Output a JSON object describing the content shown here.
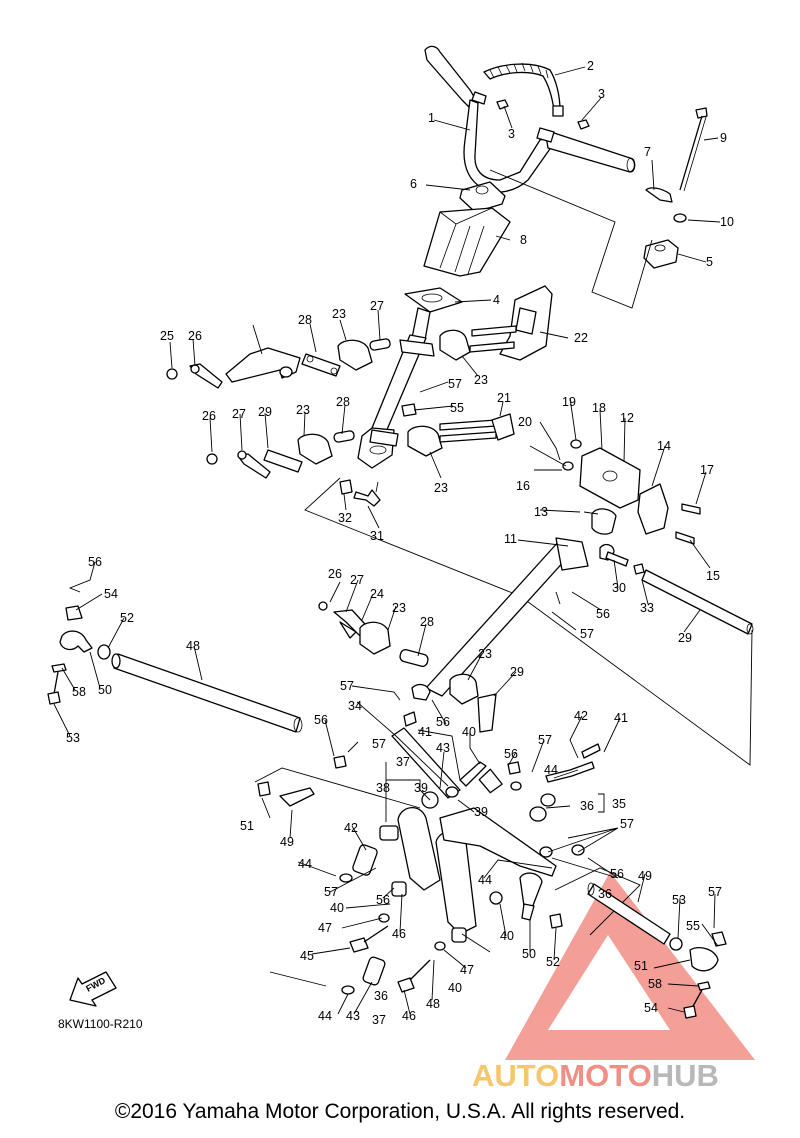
{
  "diagram_code": "8KW1100-R210",
  "fwd_label": "FWD",
  "copyright": "©2016 Yamaha Motor Corporation, U.S.A. All rights reserved.",
  "watermark": {
    "word_a": "AUTO",
    "word_b": "MOTO",
    "word_c": "HUB",
    "color_a": "#f6c66c",
    "color_b": "#ef8f85",
    "color_c": "#b8b8b8"
  },
  "labels": [
    {
      "id": "l1",
      "text": "1"
    },
    {
      "id": "l2",
      "text": "2"
    },
    {
      "id": "l3a",
      "text": "3"
    },
    {
      "id": "l3b",
      "text": "3"
    },
    {
      "id": "l4",
      "text": "4"
    },
    {
      "id": "l5",
      "text": "5"
    },
    {
      "id": "l6",
      "text": "6"
    },
    {
      "id": "l7",
      "text": "7"
    },
    {
      "id": "l8",
      "text": "8"
    },
    {
      "id": "l9",
      "text": "9"
    },
    {
      "id": "l10",
      "text": "10"
    },
    {
      "id": "l11",
      "text": "11"
    },
    {
      "id": "l12",
      "text": "12"
    },
    {
      "id": "l13",
      "text": "13"
    },
    {
      "id": "l14",
      "text": "14"
    },
    {
      "id": "l15",
      "text": "15"
    },
    {
      "id": "l16",
      "text": "16"
    },
    {
      "id": "l17",
      "text": "17"
    },
    {
      "id": "l18",
      "text": "18"
    },
    {
      "id": "l19",
      "text": "19"
    },
    {
      "id": "l20",
      "text": "20"
    },
    {
      "id": "l21",
      "text": "21"
    },
    {
      "id": "l22",
      "text": "22"
    },
    {
      "id": "l23a",
      "text": "23"
    },
    {
      "id": "l23b",
      "text": "23"
    },
    {
      "id": "l23c",
      "text": "23"
    },
    {
      "id": "l23d",
      "text": "23"
    },
    {
      "id": "l23e",
      "text": "23"
    },
    {
      "id": "l23f",
      "text": "23"
    },
    {
      "id": "l24",
      "text": "24"
    },
    {
      "id": "l25",
      "text": "25"
    },
    {
      "id": "l26a",
      "text": "26"
    },
    {
      "id": "l26b",
      "text": "26"
    },
    {
      "id": "l26c",
      "text": "26"
    },
    {
      "id": "l27a",
      "text": "27"
    },
    {
      "id": "l27b",
      "text": "27"
    },
    {
      "id": "l27c",
      "text": "27"
    },
    {
      "id": "l28a",
      "text": "28"
    },
    {
      "id": "l28b",
      "text": "28"
    },
    {
      "id": "l28c",
      "text": "28"
    },
    {
      "id": "l29a",
      "text": "29"
    },
    {
      "id": "l29b",
      "text": "29"
    },
    {
      "id": "l29c",
      "text": "29"
    },
    {
      "id": "l30",
      "text": "30"
    },
    {
      "id": "l31",
      "text": "31"
    },
    {
      "id": "l32",
      "text": "32"
    },
    {
      "id": "l33",
      "text": "33"
    },
    {
      "id": "l34",
      "text": "34"
    },
    {
      "id": "l35",
      "text": "35"
    },
    {
      "id": "l36a",
      "text": "36"
    },
    {
      "id": "l36b",
      "text": "36"
    },
    {
      "id": "l36c",
      "text": "36"
    },
    {
      "id": "l37a",
      "text": "37"
    },
    {
      "id": "l37b",
      "text": "37"
    },
    {
      "id": "l38",
      "text": "38"
    },
    {
      "id": "l39a",
      "text": "39"
    },
    {
      "id": "l39b",
      "text": "39"
    },
    {
      "id": "l40a",
      "text": "40"
    },
    {
      "id": "l40b",
      "text": "40"
    },
    {
      "id": "l40c",
      "text": "40"
    },
    {
      "id": "l40d",
      "text": "40"
    },
    {
      "id": "l41a",
      "text": "41"
    },
    {
      "id": "l41b",
      "text": "41"
    },
    {
      "id": "l42a",
      "text": "42"
    },
    {
      "id": "l42b",
      "text": "42"
    },
    {
      "id": "l43a",
      "text": "43"
    },
    {
      "id": "l43b",
      "text": "43"
    },
    {
      "id": "l44a",
      "text": "44"
    },
    {
      "id": "l44b",
      "text": "44"
    },
    {
      "id": "l44c",
      "text": "44"
    },
    {
      "id": "l44d",
      "text": "44"
    },
    {
      "id": "l45",
      "text": "45"
    },
    {
      "id": "l46a",
      "text": "46"
    },
    {
      "id": "l46b",
      "text": "46"
    },
    {
      "id": "l47a",
      "text": "47"
    },
    {
      "id": "l47b",
      "text": "47"
    },
    {
      "id": "l48a",
      "text": "48"
    },
    {
      "id": "l48b",
      "text": "48"
    },
    {
      "id": "l49a",
      "text": "49"
    },
    {
      "id": "l49b",
      "text": "49"
    },
    {
      "id": "l50a",
      "text": "50"
    },
    {
      "id": "l50b",
      "text": "50"
    },
    {
      "id": "l51a",
      "text": "51"
    },
    {
      "id": "l51b",
      "text": "51"
    },
    {
      "id": "l52a",
      "text": "52"
    },
    {
      "id": "l52b",
      "text": "52"
    },
    {
      "id": "l53a",
      "text": "53"
    },
    {
      "id": "l53b",
      "text": "53"
    },
    {
      "id": "l54a",
      "text": "54"
    },
    {
      "id": "l54b",
      "text": "54"
    },
    {
      "id": "l55a",
      "text": "55"
    },
    {
      "id": "l55b",
      "text": "55"
    },
    {
      "id": "l56a",
      "text": "56"
    },
    {
      "id": "l56b",
      "text": "56"
    },
    {
      "id": "l56c",
      "text": "56"
    },
    {
      "id": "l56d",
      "text": "56"
    },
    {
      "id": "l56e",
      "text": "56"
    },
    {
      "id": "l56f",
      "text": "56"
    },
    {
      "id": "l56g",
      "text": "56"
    },
    {
      "id": "l56h",
      "text": "56"
    },
    {
      "id": "l57a",
      "text": "57"
    },
    {
      "id": "l57b",
      "text": "57"
    },
    {
      "id": "l57c",
      "text": "57"
    },
    {
      "id": "l57d",
      "text": "57"
    },
    {
      "id": "l57e",
      "text": "57"
    },
    {
      "id": "l57f",
      "text": "57"
    },
    {
      "id": "l57g",
      "text": "57"
    },
    {
      "id": "l57h",
      "text": "57"
    },
    {
      "id": "l57i",
      "text": "57"
    },
    {
      "id": "l58a",
      "text": "58"
    },
    {
      "id": "l58b",
      "text": "58"
    }
  ]
}
